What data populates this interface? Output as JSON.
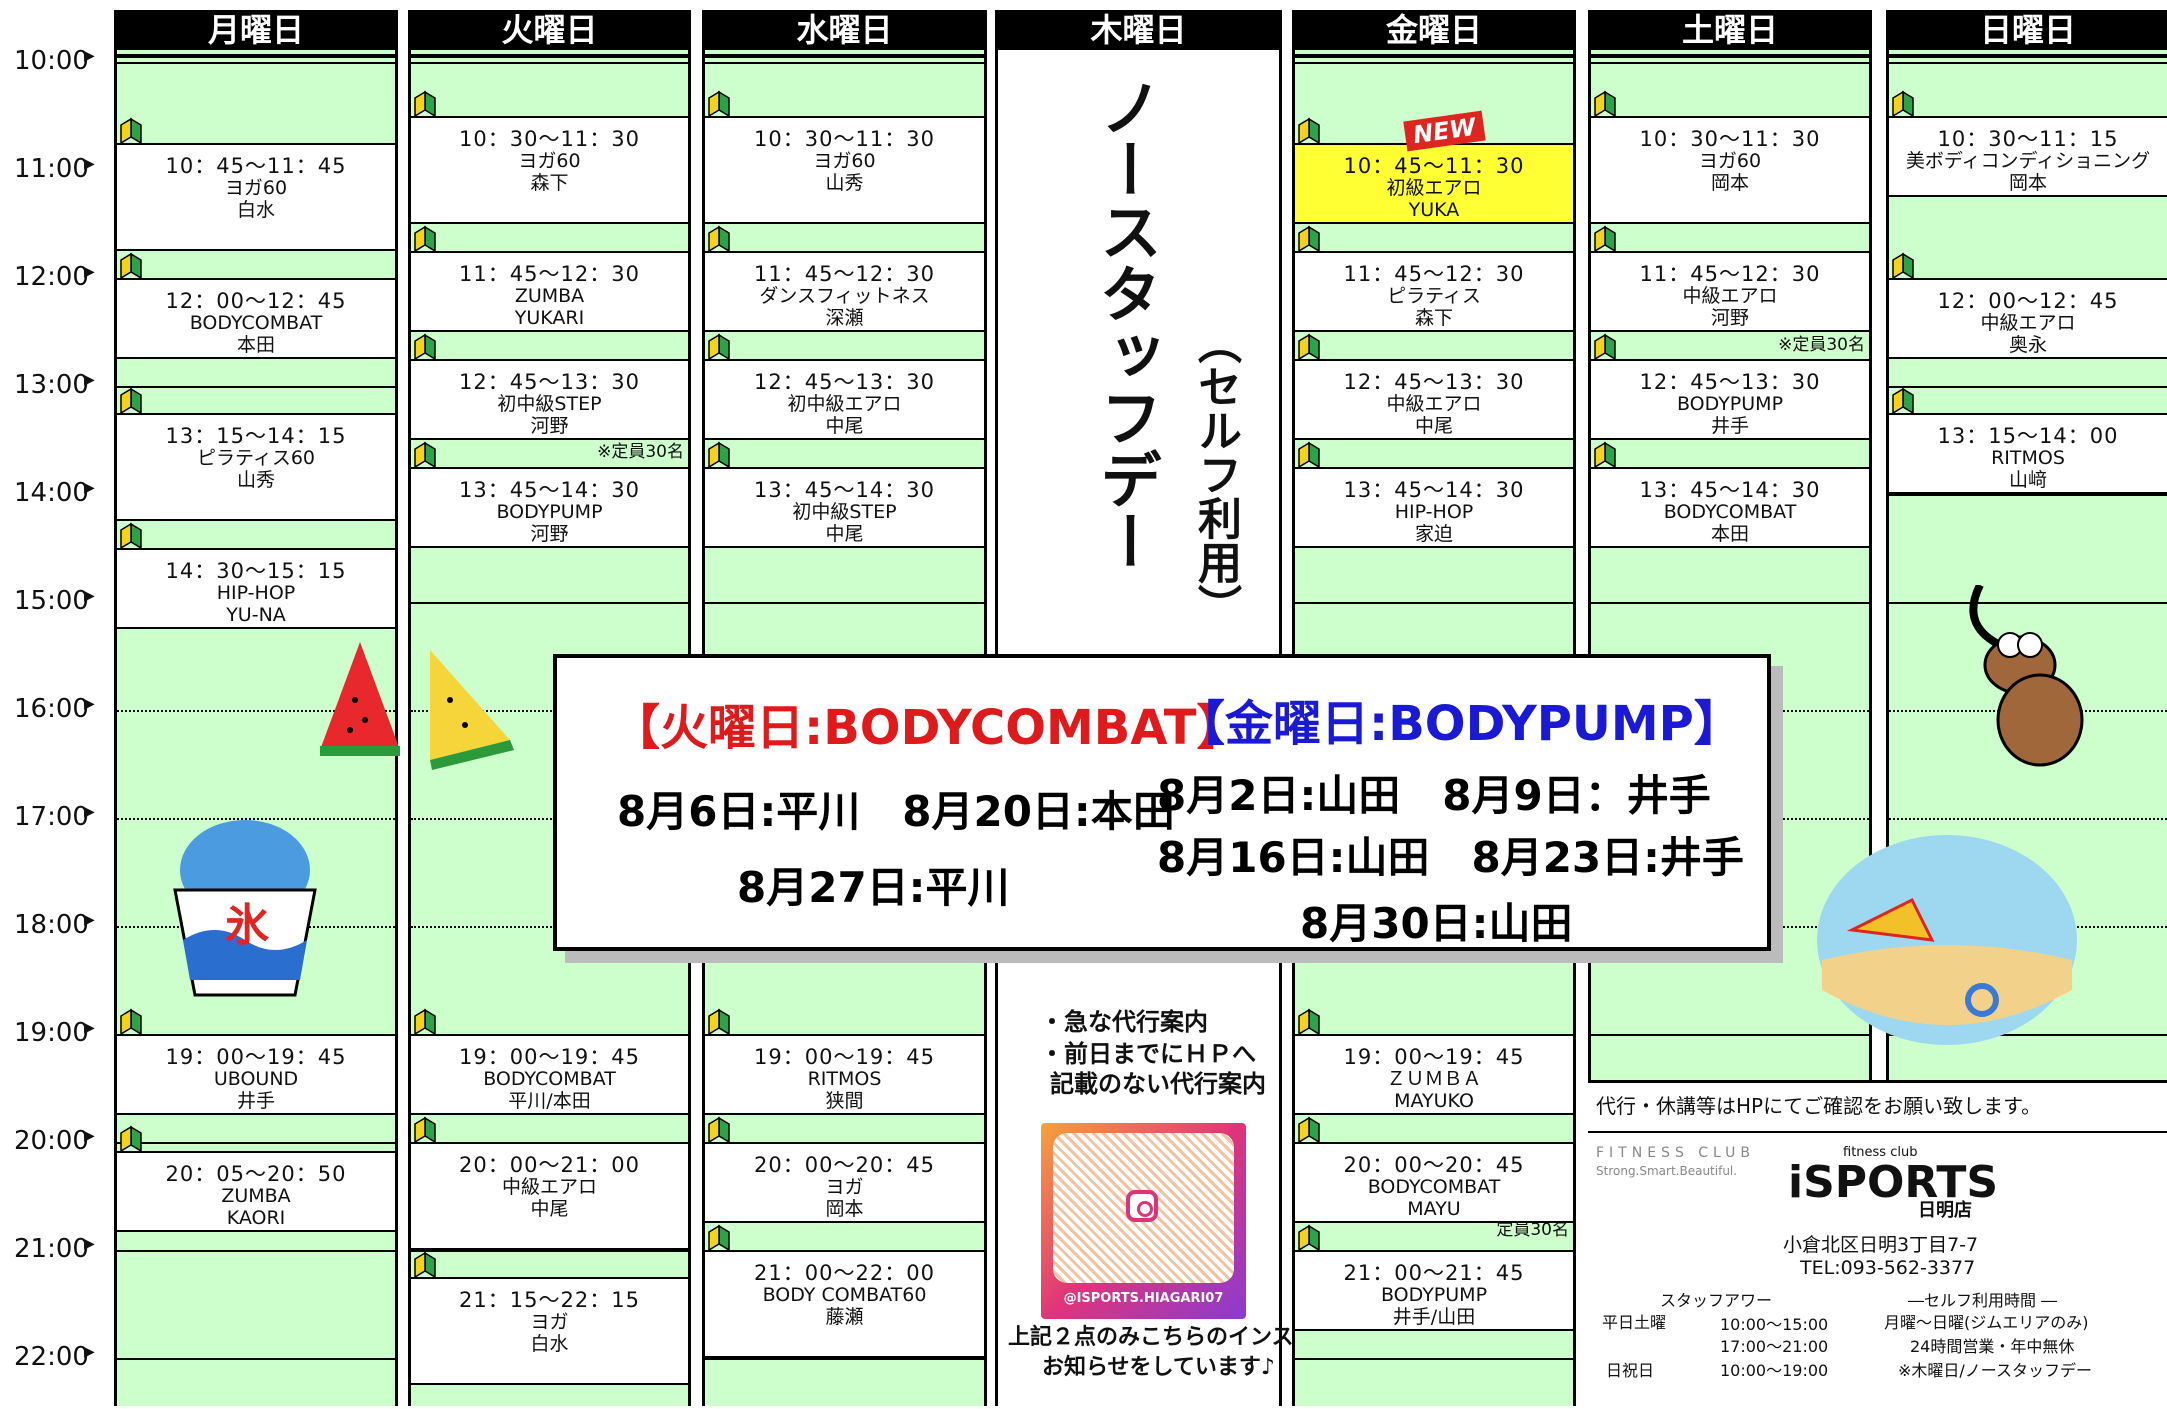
{
  "days": [
    "月曜日",
    "火曜日",
    "水曜日",
    "木曜日",
    "金曜日",
    "土曜日",
    "日曜日"
  ],
  "times": [
    "10:00",
    "11:00",
    "12:00",
    "13:00",
    "14:00",
    "15:00",
    "16:00",
    "17:00",
    "18:00",
    "19:00",
    "20:00",
    "21:00",
    "22:00"
  ],
  "monday": [
    {
      "time": "10：45～11：45",
      "name": "ヨガ60",
      "instructor": "白水"
    },
    {
      "time": "12：00～12：45",
      "name": "BODYCOMBAT",
      "instructor": "本田"
    },
    {
      "time": "13：15～14：15",
      "name": "ピラティス60",
      "instructor": "山秀"
    },
    {
      "time": "14：30～15：15",
      "name": "HIP-HOP",
      "instructor": "YU-NA"
    },
    {
      "time": "19：00～19：45",
      "name": "UBOUND",
      "instructor": "井手"
    },
    {
      "time": "20：05～20：50",
      "name": "ZUMBA",
      "instructor": "KAORI"
    }
  ],
  "tuesday": [
    {
      "time": "10：30～11：30",
      "name": "ヨガ60",
      "instructor": "森下"
    },
    {
      "time": "11：45～12：30",
      "name": "ZUMBA",
      "instructor": "YUKARI"
    },
    {
      "time": "12：45～13：30",
      "name": "初中級STEP",
      "instructor": "河野"
    },
    {
      "time": "13：45～14：30",
      "name": "BODYPUMP",
      "instructor": "河野"
    },
    {
      "time": "19：00～19：45",
      "name": "BODYCOMBAT",
      "instructor": "平川/本田"
    },
    {
      "time": "20：00～21：00",
      "name": "中級エアロ",
      "instructor": "中尾"
    },
    {
      "time": "21：15～22：15",
      "name": "ヨガ",
      "instructor": "白水"
    }
  ],
  "tuesday_note": "※定員30名",
  "wednesday": [
    {
      "time": "10：30～11：30",
      "name": "ヨガ60",
      "instructor": "山秀"
    },
    {
      "time": "11：45～12：30",
      "name": "ダンスフィットネス",
      "instructor": "深瀬"
    },
    {
      "time": "12：45～13：30",
      "name": "初中級エアロ",
      "instructor": "中尾"
    },
    {
      "time": "13：45～14：30",
      "name": "初中級STEP",
      "instructor": "中尾"
    },
    {
      "time": "19：00～19：45",
      "name": "RITMOS",
      "instructor": "狭間"
    },
    {
      "time": "20：00～20：45",
      "name": "ヨガ",
      "instructor": "岡本"
    },
    {
      "time": "21：00～22：00",
      "name": "BODY COMBAT60",
      "instructor": "藤瀬"
    }
  ],
  "thursday": {
    "title": "ノースタッフデー",
    "subtitle": "（セルフ利用）",
    "info1": "・急な代行案内",
    "info2": "・前日までにＨＰへ",
    "info3": "記載のない代行案内",
    "insta_handle": "@ISPORTS.HIAGARI07",
    "footer1": "上記２点のみこちらのインスタで",
    "footer2": "お知らせをしています♪"
  },
  "friday": [
    {
      "time": "10：45～11：30",
      "name": "初級エアロ",
      "instructor": "YUKA"
    },
    {
      "time": "11：45～12：30",
      "name": "ピラティス",
      "instructor": "森下"
    },
    {
      "time": "12：45～13：30",
      "name": "中級エアロ",
      "instructor": "中尾"
    },
    {
      "time": "13：45～14：30",
      "name": "HIP-HOP",
      "instructor": "家迫"
    },
    {
      "time": "19：00～19：45",
      "name": "ＺＵＭＢＡ",
      "instructor": "MAYUKO"
    },
    {
      "time": "20：00～20：45",
      "name": "BODYCOMBAT",
      "instructor": "MAYU"
    },
    {
      "time": "21：00～21：45",
      "name": "BODYPUMP",
      "instructor": "井手/山田"
    }
  ],
  "friday_new": "NEW",
  "friday_note": "定員30名",
  "saturday": [
    {
      "time": "10：30～11：30",
      "name": "ヨガ60",
      "instructor": "岡本"
    },
    {
      "time": "11：45～12：30",
      "name": "中級エアロ",
      "instructor": "河野"
    },
    {
      "time": "12：45～13：30",
      "name": "BODYPUMP",
      "instructor": "井手"
    },
    {
      "time": "13：45～14：30",
      "name": "BODYCOMBAT",
      "instructor": "本田"
    }
  ],
  "saturday_note": "※定員30名",
  "sunday": [
    {
      "time": "10：30～11：15",
      "name": "美ボディコンディショニング",
      "instructor": "岡本"
    },
    {
      "time": "12：00～12：45",
      "name": "中級エアロ",
      "instructor": "奥永"
    },
    {
      "time": "13：15～14：00",
      "name": "RITMOS",
      "instructor": "山﨑"
    }
  ],
  "notice": {
    "tue_heading": "【火曜日:BODYCOMBAT】",
    "fri_heading": "【金曜日:BODYPUMP】",
    "tue_line1": "8月6日:平川　8月20日:本田",
    "tue_line2": "8月27日:平川",
    "fri_line1": "8月2日:山田　8月9日：井手",
    "fri_line2": "8月16日:山田　8月23日:井手",
    "fri_line3": "8月30日:山田",
    "tue_color": "#e01a1a",
    "fri_color": "#1a1ad6"
  },
  "info": {
    "notice_line": "代行・休講等はHPにてご確認をお願い致します。",
    "club_label": "FITNESS CLUB",
    "tagline": "Strong.Smart.Beautiful.",
    "brand_small": "fitness club",
    "brand": "iSPORTS",
    "branch": "日明店",
    "address": "小倉北区日明3丁目7-7",
    "tel": "TEL:093-562-3377",
    "staff_hours_title": "スタッフアワー",
    "weekday_label": "平日土曜",
    "weekday_hours1": "10:00～15:00",
    "weekday_hours2": "17:00～21:00",
    "holiday_label": "日祝日",
    "holiday_hours": "10:00～19:00",
    "self_title": "―セルフ利用時間 ―",
    "self_line1": "月曜～日曜(ジムエリアのみ)",
    "self_line2": "24時間営業・年中無休",
    "self_line3": "※木曜日/ノースタッフデー"
  },
  "colors": {
    "grid_bg": "#ccffcc",
    "header_bg": "#000000",
    "highlight": "#ffff33"
  }
}
